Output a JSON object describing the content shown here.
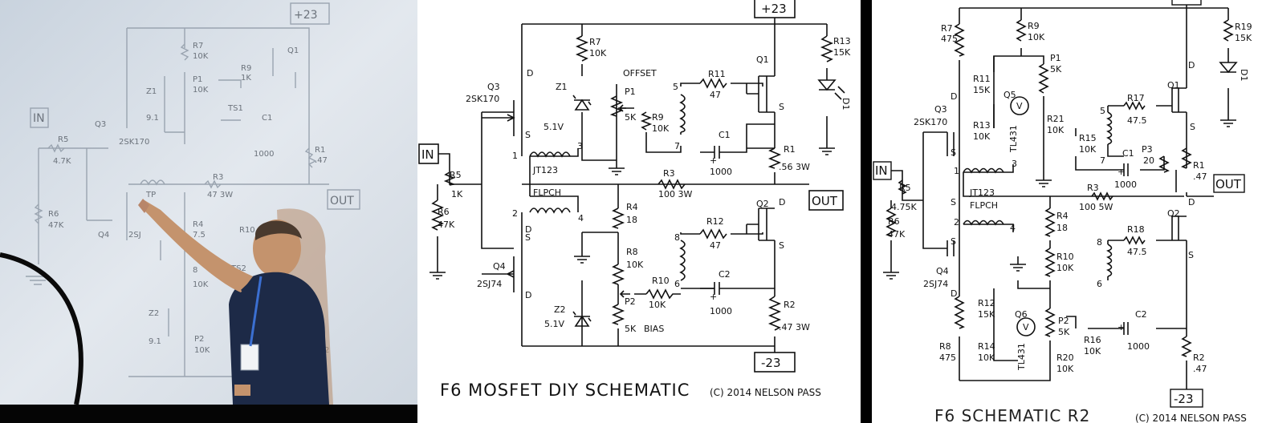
{
  "photo": {
    "supply": "+23",
    "input": "IN",
    "output": "OUT",
    "labels": [
      "R7",
      "10K",
      "Q1",
      "R9",
      "1K",
      "P1",
      "10K",
      "Z1",
      "9.1",
      "TS1",
      "C1",
      "1000",
      "Q3",
      "2SK170",
      "R1",
      ".47",
      "R5",
      "4.7K",
      "TP",
      "R3",
      "47 3W",
      "R6",
      "47K",
      "Q4",
      "2SJ",
      "R4",
      "7.5",
      "R10",
      "TS2",
      "8",
      "10K",
      "Z2",
      "9.1",
      "P2",
      "10K",
      "2"
    ]
  },
  "diy": {
    "title": "F6 MOSFET DIY SCHEMATIC",
    "copyright": "(C) 2014 NELSON PASS",
    "supply_pos": "+23",
    "supply_neg": "-23",
    "input": "IN",
    "output": "OUT",
    "labels": [
      "R7",
      "10K",
      "OFFSET",
      "Q1",
      "R13",
      "15K",
      "Q3",
      "2SK170",
      "D",
      "Z1",
      "5.1V",
      "P1",
      "5K",
      "R9",
      "10K",
      "R11",
      "47",
      "5",
      "7",
      "D1",
      "S",
      "C1",
      "1000",
      "1",
      "3",
      "R1",
      ".56 3W",
      "JT123",
      "FLPCH",
      "R5",
      "1K",
      "R3",
      "100 3W",
      "R6",
      "47K",
      "2",
      "4",
      "R4",
      "18",
      "R12",
      "47",
      "Q2",
      "D",
      "S",
      "R8",
      "10K",
      "8",
      "6",
      "C2",
      "1000",
      "Q4",
      "2SJ74",
      "R10",
      "10K",
      "Z2",
      "5.1V",
      "P2",
      "5K",
      "BIAS",
      "R2",
      ".47 3W",
      "D",
      "D",
      "S",
      "S",
      "+",
      "+"
    ]
  },
  "r2": {
    "title": "F6 SCHEMATIC R2",
    "copyright": "(C) 2014 NELSON PASS",
    "supply_neg": "-23",
    "input": "IN",
    "output": "OUT",
    "labels": [
      "R7",
      "475",
      "R9",
      "10K",
      "R19",
      "15K",
      "P1",
      "5K",
      "D",
      "R11",
      "15K",
      "Q5",
      "D1",
      "Q3",
      "2SK170",
      "D",
      "Q1",
      "R21",
      "10K",
      "R17",
      "47.5",
      "5",
      "R13",
      "10K",
      "TL431",
      "R15",
      "10K",
      "S",
      "C1",
      "P3",
      "20",
      "R1",
      ".47",
      "7",
      "1000",
      "1",
      "3",
      "JT123",
      "FLPCH",
      "R5",
      "4.75K",
      "R3",
      "100 5W",
      "R6",
      "47K",
      "2",
      "4",
      "R4",
      "18",
      "Q2",
      "D",
      "R18",
      "47.5",
      "8",
      "R10",
      "10K",
      "Q4",
      "2SJ74",
      "Q6",
      "R12",
      "15K",
      "6",
      "P2",
      "5K",
      "R16",
      "10K",
      "C2",
      "R14",
      "10K",
      "TL431",
      "R20",
      "10K",
      "1000",
      "R8",
      "475",
      "R2",
      ".47",
      "S",
      "S",
      "S",
      "V",
      "V",
      "+",
      "+",
      "D",
      "S"
    ]
  }
}
